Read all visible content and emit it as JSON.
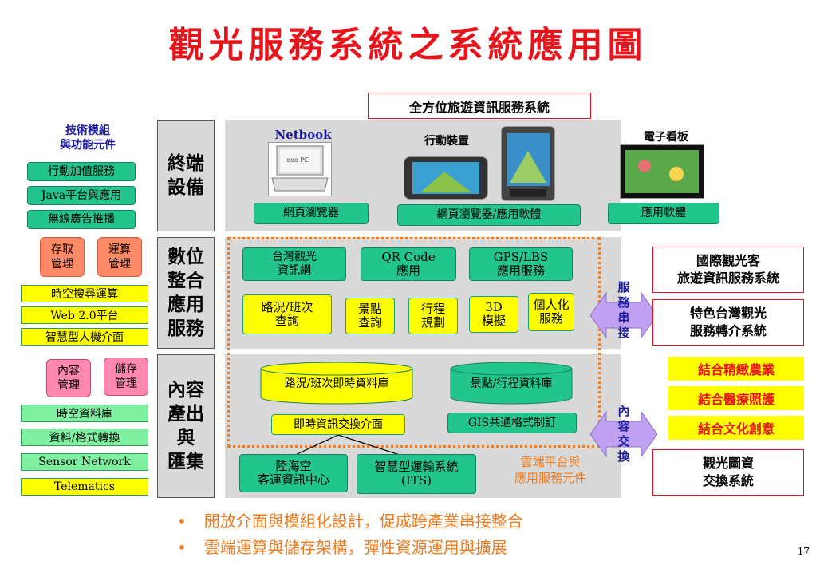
{
  "title": "觀光服務系統之系統應用圖",
  "top_box": "全方位旅遊資訊服務系統",
  "tech": {
    "heading_line1": "技術模組",
    "heading_line2": "與功能元件",
    "terminal_items": [
      "行動加值服務",
      "Java平台與應用",
      "無線廣告推播"
    ],
    "digital_top": [
      {
        "line1": "存取",
        "line2": "管理"
      },
      {
        "line1": "運算",
        "line2": "管理"
      }
    ],
    "digital_items": [
      "時空搜尋運算",
      "Web 2.0平台",
      "智慧型人機介面"
    ],
    "content_top": [
      {
        "line1": "內容",
        "line2": "管理"
      },
      {
        "line1": "儲存",
        "line2": "管理"
      }
    ],
    "content_green": [
      "時空資料庫",
      "資料/格式轉換",
      "Sensor Network"
    ],
    "content_yellow": [
      "Telematics"
    ]
  },
  "sections": {
    "terminal": {
      "line1": "終端",
      "line2": "設備"
    },
    "digital": {
      "line1": "數位",
      "line2": "整合",
      "line3": "應用",
      "line4": "服務"
    },
    "content": {
      "line1": "內容",
      "line2": "產出",
      "line3": "與",
      "line4": "匯集"
    }
  },
  "devices": {
    "netbook_label": "Netbook",
    "mobile_label": "行動裝置",
    "signage_label": "電子看板",
    "browser": "網頁瀏覽器",
    "browser_app": "網頁瀏覽器/應用軟體",
    "app": "應用軟體"
  },
  "digital_services": {
    "row1": [
      {
        "line1": "台灣觀光",
        "line2": "資訊網"
      },
      {
        "line1": "QR Code",
        "line2": "應用"
      },
      {
        "line1": "GPS/LBS",
        "line2": "應用服務"
      }
    ],
    "row2": [
      {
        "line1": "路況/班次",
        "line2": "查詢"
      },
      {
        "line1": "景點",
        "line2": "查詢"
      },
      {
        "line1": "行程",
        "line2": "規劃"
      },
      {
        "line1": "3D",
        "line2": "模擬"
      },
      {
        "line1": "個人化",
        "line2": "服務"
      }
    ]
  },
  "content_area": {
    "db1": "路況/班次即時資料庫",
    "db2": "景點/行程資料庫",
    "exchange": "即時資訊交換介面",
    "gis": "GIS共通格式制訂",
    "center": {
      "line1": "陸海空",
      "line2": "客運資訊中心"
    },
    "its": {
      "line1": "智慧型運輸系統",
      "line2": "(ITS)"
    }
  },
  "cloud_label": {
    "line1": "雲端平台與",
    "line2": "應用服務元件"
  },
  "arrows": {
    "service": [
      "服",
      "務",
      "串",
      "接"
    ],
    "content": [
      "內",
      "容",
      "交",
      "換"
    ]
  },
  "right": {
    "intl": {
      "line1": "國際觀光客",
      "line2": "旅遊資訊服務系統"
    },
    "feature": {
      "line1": "特色台灣觀光",
      "line2": "服務轉介系統"
    },
    "combos": [
      "結合精緻農業",
      "結合醫療照護",
      "結合文化創意"
    ],
    "exchange_sys": {
      "line1": "觀光圖資",
      "line2": "交換系統"
    }
  },
  "bullets": [
    "開放介面與模組化設計，促成跨產業串接整合",
    "雲端運算與儲存架構，彈性資源運用與擴展"
  ],
  "page_number": "17",
  "colors": {
    "title_red": "#e8141b",
    "service_green": "#22c58b",
    "highlight_yellow": "#ffff00",
    "dotted_orange": "#f07b1e",
    "arrow_purple": "#c0a0f0"
  }
}
